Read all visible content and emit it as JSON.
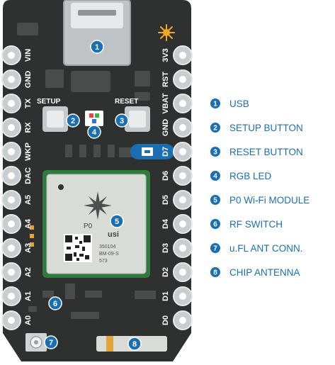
{
  "board": {
    "left_pins": [
      "VIN",
      "GND",
      "TX",
      "RX",
      "WKP",
      "DAC",
      "A5",
      "A4",
      "A3",
      "A2",
      "A1",
      "A0"
    ],
    "right_pins": [
      "3V3",
      "RST",
      "VBAT",
      "GND",
      "D7",
      "D6",
      "D5",
      "D4",
      "D3",
      "D2",
      "D1",
      "D0"
    ],
    "setup_label": "SETUP",
    "reset_label": "RESET",
    "module_label": "P0",
    "chip_logo": "usi",
    "chip_lines": [
      "350104",
      "BM-09-S",
      "573"
    ]
  },
  "markers": [
    "1",
    "2",
    "3",
    "4",
    "5",
    "6",
    "7",
    "8"
  ],
  "legend": [
    {
      "num": "1",
      "label": "USB"
    },
    {
      "num": "2",
      "label": "SETUP BUTTON"
    },
    {
      "num": "3",
      "label": "RESET BUTTON"
    },
    {
      "num": "4",
      "label": "RGB LED"
    },
    {
      "num": "5",
      "label": "P0 Wi-Fi MODULE"
    },
    {
      "num": "6",
      "label": "RF SWITCH"
    },
    {
      "num": "7",
      "label": "u.FL ANT CONN."
    },
    {
      "num": "8",
      "label": "CHIP ANTENNA"
    }
  ],
  "colors": {
    "board": "#2f3030",
    "accent": "#1a6fb3",
    "led": "#f5a623",
    "module": "#d9dbd6"
  }
}
